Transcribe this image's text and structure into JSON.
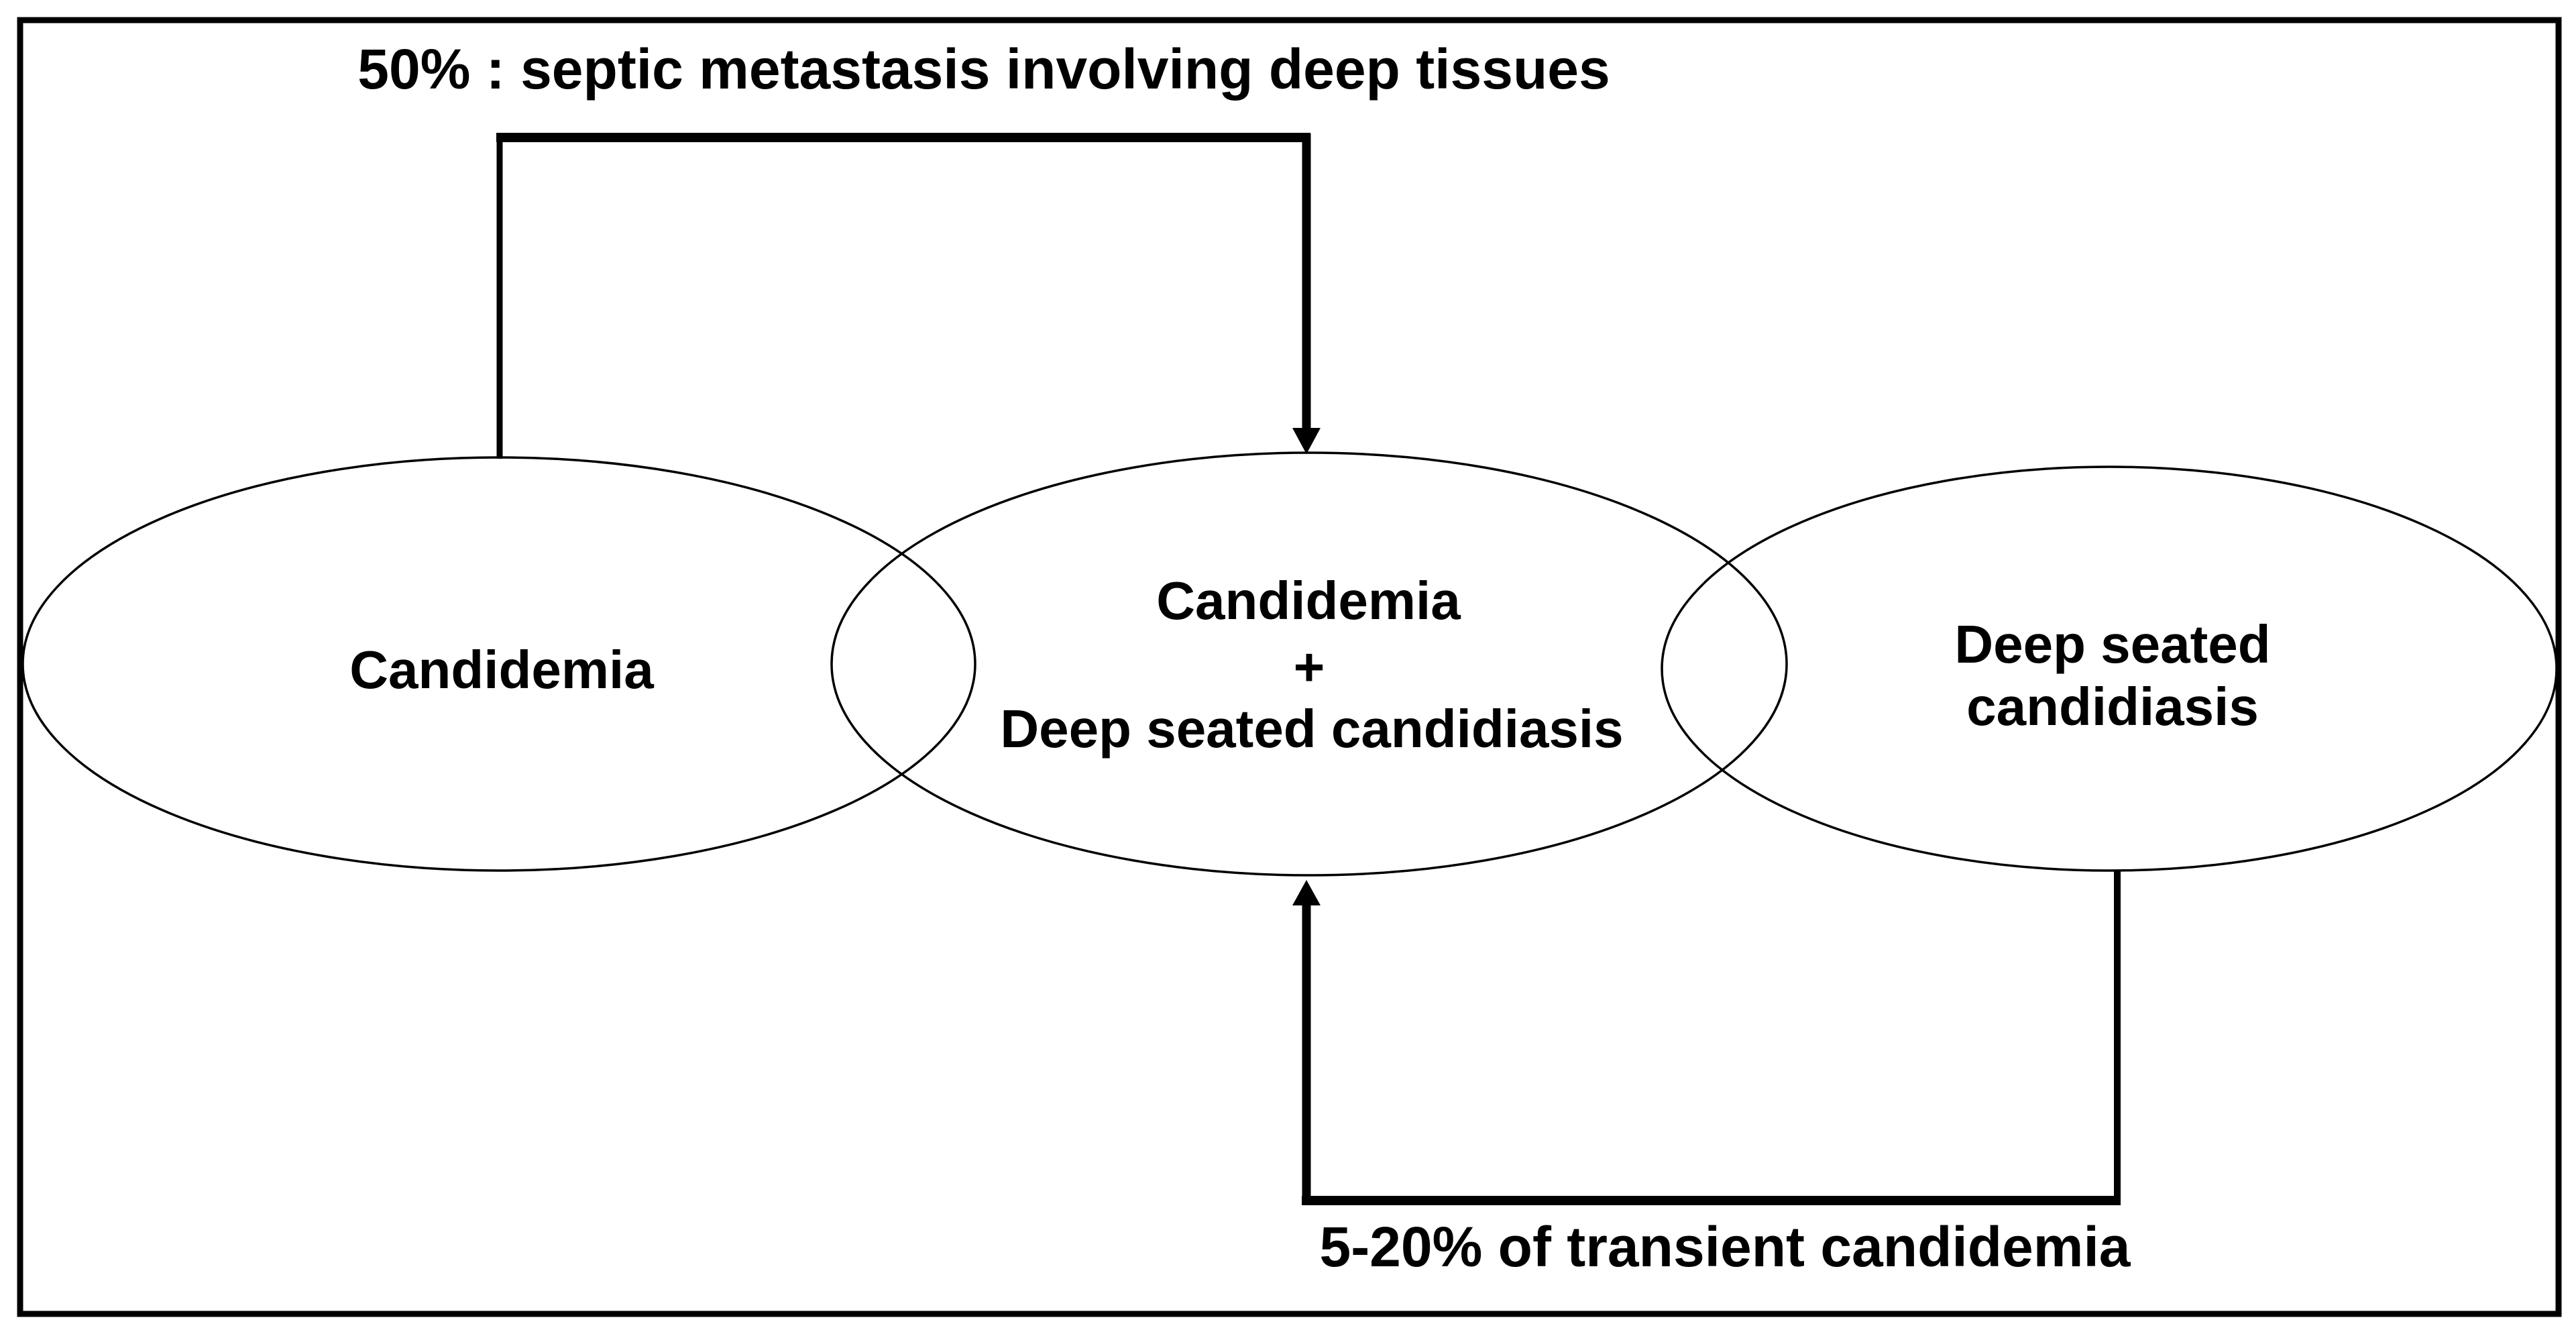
{
  "colors": {
    "ink": "#000000",
    "paper": "#ffffff"
  },
  "diagram": {
    "top_annotation": "50% : septic metastasis involving deep tissues",
    "bottom_annotation": "5-20% of transient candidemia",
    "left_ellipse": {
      "label": "Candidemia"
    },
    "middle_ellipse": {
      "line1": "Candidemia",
      "line2": "+",
      "line3": "Deep seated candidiasis"
    },
    "right_ellipse": {
      "line1": "Deep seated",
      "line2": "candidiasis"
    }
  }
}
